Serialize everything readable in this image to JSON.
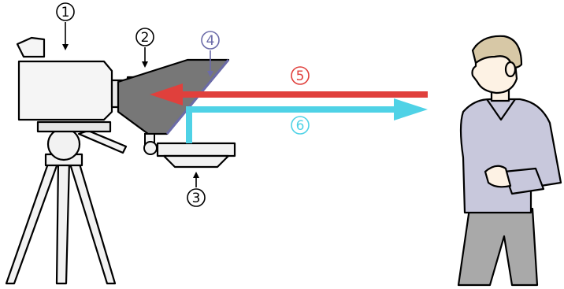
{
  "callouts": [
    {
      "id": "1",
      "label": "1",
      "color": "#000000"
    },
    {
      "id": "2",
      "label": "2",
      "color": "#000000"
    },
    {
      "id": "3",
      "label": "3",
      "color": "#000000"
    },
    {
      "id": "4",
      "label": "4",
      "color": "#6b6ba8"
    },
    {
      "id": "5",
      "label": "5",
      "color": "#e0403c"
    },
    {
      "id": "6",
      "label": "6",
      "color": "#4fd2e6"
    }
  ],
  "colors": {
    "outline": "#000000",
    "camera_body": "#f5f5f5",
    "glass": "#777777",
    "glass_edge": "#6b6ba8",
    "arrow_in": "#e0403c",
    "arrow_out": "#4fd2e6",
    "sweater": "#c8c8dc",
    "trousers": "#a9a9a9",
    "skin": "#fdf2e4",
    "hair": "#d7c8a6",
    "tripod": "#f2f2f2"
  },
  "icons": [
    "camera-icon",
    "tripod-icon",
    "teleprompter-glass-icon",
    "monitor-icon",
    "presenter-icon"
  ]
}
